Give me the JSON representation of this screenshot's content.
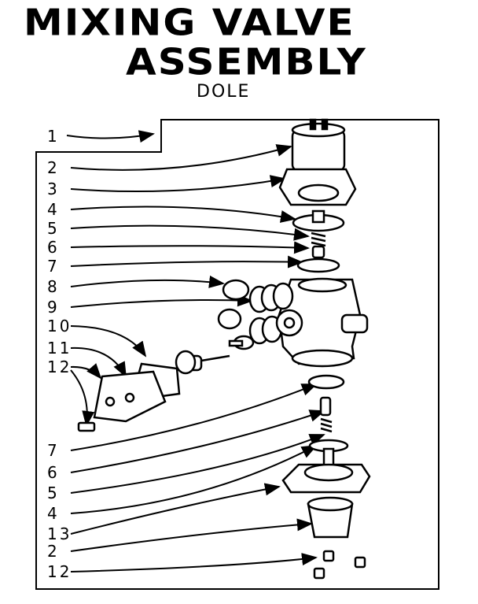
{
  "title_line1": "MIXING VALVE",
  "title_line2": "ASSEMBLY",
  "subtitle": "DOLE",
  "callout_labels": [
    "1",
    "2",
    "3",
    "4",
    "5",
    "6",
    "7",
    "8",
    "9",
    "10",
    "11",
    "12",
    "7",
    "6",
    "5",
    "4",
    "13",
    "2",
    "12"
  ]
}
